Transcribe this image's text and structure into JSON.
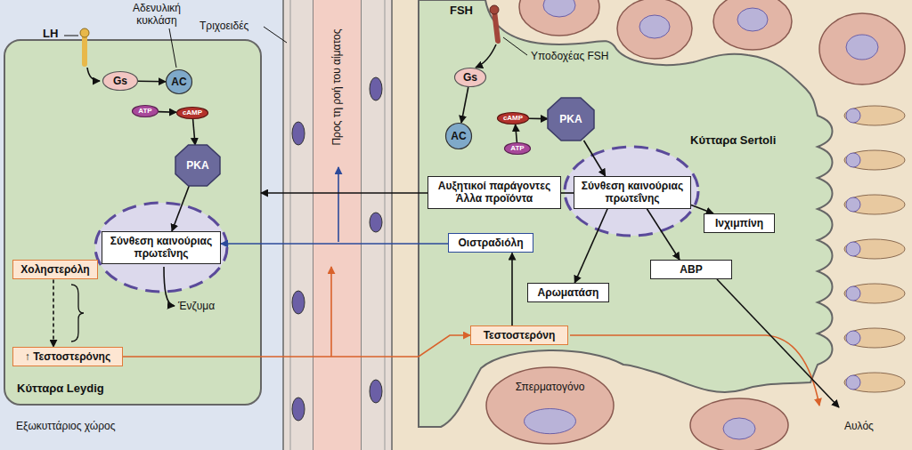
{
  "diagram": {
    "nodes": [
      {
        "text": [
          "Κύτταρα Leydig"
        ]
      },
      {
        "text": [
          "Gs"
        ],
        "in": 0
      },
      {
        "text": [
          "AC"
        ],
        "in": 0
      },
      {
        "text": [
          "PKA"
        ],
        "in": 0
      },
      {
        "text": [
          "Σύνθεση καινούριας πρωτεΐνης"
        ],
        "in": 0
      },
      {
        "text": [
          "Χοληστερόλη"
        ],
        "in": 0
      },
      {
        "text": [
          "↑ Τεστοστερόνης"
        ],
        "in": 0
      },
      {
        "text": [
          "ATP"
        ],
        "in": 0
      },
      {
        "text": [
          "cAMP"
        ],
        "in": 0
      },
      {
        "text": [
          "Κύτταρα Sertoli"
        ]
      },
      {
        "text": [
          "Gs"
        ],
        "in": 9
      },
      {
        "text": [
          "AC"
        ],
        "in": 9
      },
      {
        "text": [
          "ATP"
        ],
        "in": 9
      },
      {
        "text": [
          "cAMP"
        ],
        "in": 9
      },
      {
        "text": [
          "PKA"
        ],
        "in": 9
      },
      {
        "text": [
          "Αυξητικοί παράγοντες",
          "Άλλα προϊόντα"
        ],
        "in": 9
      },
      {
        "text": [
          "Σύνθεση καινούριας πρωτεΐνης"
        ],
        "in": 9
      },
      {
        "text": [
          "Ινχιμπίνη"
        ],
        "in": 9
      },
      {
        "text": [
          "ABP"
        ],
        "in": 9
      },
      {
        "text": [
          "Αρωματάση"
        ],
        "in": 9
      },
      {
        "text": [
          "Οιστραδιόλη"
        ],
        "in": 9
      },
      {
        "text": [
          "Τεστοστερόνη"
        ],
        "in": 9
      },
      {
        "text": [
          "Σπερματογόνο"
        ]
      }
    ],
    "edges": [
      {
        "from": 1,
        "to": 2,
        "arrow": "to"
      },
      {
        "from": 7,
        "to": 8,
        "arrow": "to"
      },
      {
        "from": 8,
        "to": 3,
        "arrow": "to"
      },
      {
        "from": 3,
        "to": 4,
        "arrow": "to"
      },
      {
        "from": 5,
        "to": 6,
        "arrow": "to"
      },
      {
        "from": 6,
        "to": 21,
        "arrow": "to"
      },
      {
        "from": 15,
        "to": 0,
        "arrow": "to"
      },
      {
        "from": 20,
        "to": 4,
        "arrow": "to"
      },
      {
        "from": 10,
        "to": 11,
        "arrow": "to"
      },
      {
        "from": 12,
        "to": 13,
        "arrow": "to"
      },
      {
        "from": 13,
        "to": 14,
        "arrow": "to"
      },
      {
        "from": 14,
        "to": 16,
        "arrow": "to"
      },
      {
        "from": 16,
        "to": 15,
        "arrow": "none"
      },
      {
        "from": 16,
        "to": 17,
        "arrow": "to"
      },
      {
        "from": 16,
        "to": 18,
        "arrow": "to"
      },
      {
        "from": 16,
        "to": 19,
        "arrow": "to"
      },
      {
        "from": 21,
        "to": 20,
        "arrow": "to"
      }
    ],
    "labels": [
      "LH",
      "Αδενυλική κυκλάση",
      "Τριχοειδές",
      "Προς τη ροή του αίματος",
      "FSH",
      "Υποδοχέας FSH",
      "Ένζυμα",
      "Εξωκυττάριος χώρος",
      "Αυλός"
    ]
  }
}
